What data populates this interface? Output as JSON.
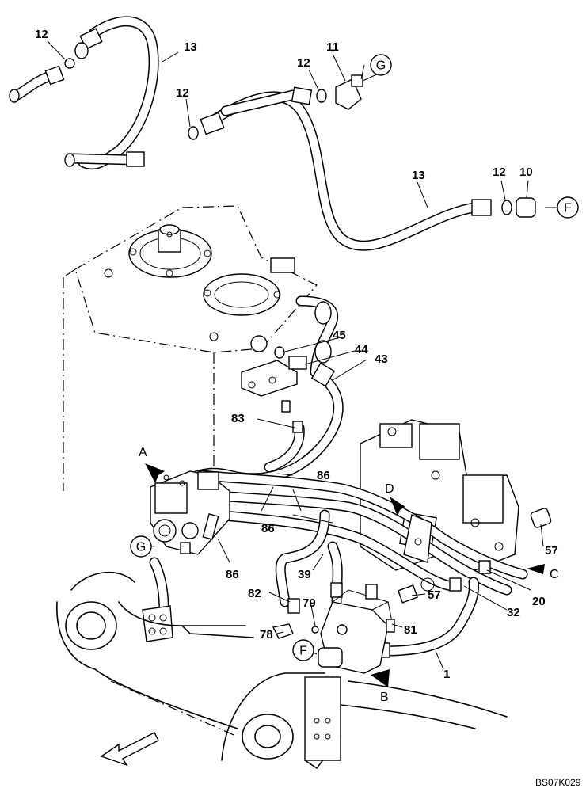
{
  "diagram": {
    "drawing_code": "BS07K029",
    "part_numbers": [
      "1",
      "10",
      "11",
      "12",
      "13",
      "20",
      "32",
      "39",
      "43",
      "44",
      "45",
      "57",
      "78",
      "79",
      "81",
      "82",
      "83",
      "86"
    ],
    "callouts": {
      "n12a": "12",
      "n13a": "13",
      "n12b": "12",
      "n11": "11",
      "n12c": "12",
      "n13b": "13",
      "n12d": "12",
      "n10": "10",
      "n45": "45",
      "n44": "44",
      "n43": "43",
      "n83": "83",
      "n86a": "86",
      "n86b": "86",
      "n86c": "86",
      "n57a": "57",
      "n20": "20",
      "n32": "32",
      "n39": "39",
      "n82": "82",
      "n79": "79",
      "n78": "78",
      "n81": "81",
      "n57b": "57",
      "n1": "1"
    },
    "view_letters": {
      "A": "A",
      "B": "B",
      "C": "C",
      "D": "D"
    },
    "connection_marks": {
      "G_top": "G",
      "F_right": "F",
      "G_left": "G",
      "F_bottom": "F"
    }
  }
}
